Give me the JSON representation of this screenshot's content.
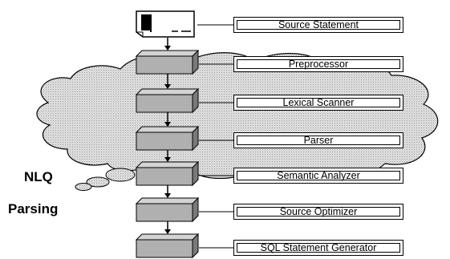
{
  "side_labels": {
    "line1": "NLQ",
    "line2": "Parsing"
  },
  "stages": [
    "Source Statement",
    "Preprocessor",
    "Lexical Scanner",
    "Parser",
    "Semantic Analyzer",
    "Source Optimizer",
    "SQL Statement Generator"
  ],
  "colors": {
    "block_face": "#b0b0b0",
    "block_top": "#d4d4d4",
    "block_side": "#7a7a7a",
    "cloud_fill": "#cfcfcf",
    "line": "#000000"
  }
}
